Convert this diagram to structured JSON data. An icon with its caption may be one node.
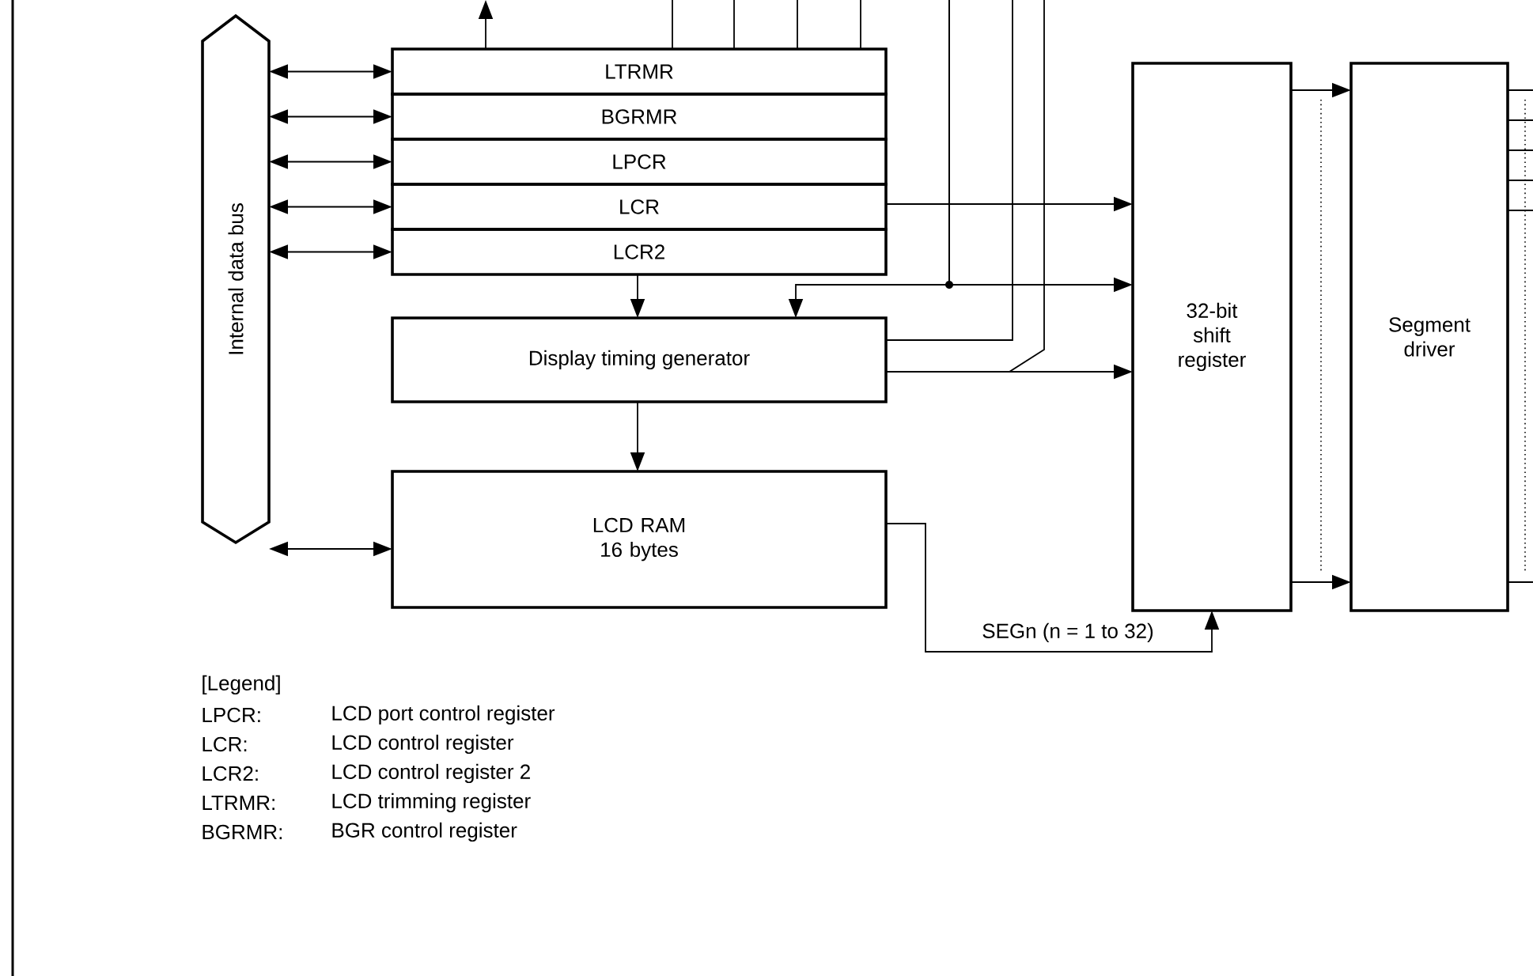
{
  "diagram": {
    "nodes": [
      {
        "text": [
          "Internal data bus"
        ]
      },
      {
        "text": [
          "LTRMR"
        ]
      },
      {
        "text": [
          "BGRMR"
        ]
      },
      {
        "text": [
          "LPCR"
        ]
      },
      {
        "text": [
          "LCR"
        ]
      },
      {
        "text": [
          "LCR2"
        ]
      },
      {
        "text": [
          "Display timing generator"
        ]
      },
      {
        "text": [
          "LCD RAM 16 bytes"
        ]
      },
      {
        "text": [
          "32-bit shift register"
        ]
      },
      {
        "text": [
          "Segment driver"
        ]
      }
    ],
    "edges": [
      {
        "from": 0,
        "to": 1,
        "arrow": "both"
      },
      {
        "from": 0,
        "to": 2,
        "arrow": "both"
      },
      {
        "from": 0,
        "to": 3,
        "arrow": "both"
      },
      {
        "from": 0,
        "to": 4,
        "arrow": "both"
      },
      {
        "from": 0,
        "to": 5,
        "arrow": "both"
      },
      {
        "from": 0,
        "to": 7,
        "arrow": "both"
      },
      {
        "from": 5,
        "to": 6,
        "arrow": "to"
      },
      {
        "from": 6,
        "to": 7,
        "arrow": "to"
      },
      {
        "from": 4,
        "to": 8,
        "arrow": "to"
      },
      {
        "from": null,
        "to": 8,
        "arrow": "to"
      },
      {
        "from": null,
        "to": 6,
        "arrow": "to"
      },
      {
        "from": 6,
        "to": 8,
        "arrow": "to"
      },
      {
        "from": 7,
        "to": 8,
        "arrow": "to",
        "label": "SEGn (n = 1 to 32)"
      },
      {
        "from": 8,
        "to": 9,
        "arrow": "to"
      },
      {
        "from": 8,
        "to": 9,
        "arrow": "to"
      },
      {
        "from": 1,
        "to": null,
        "arrow": "to"
      },
      {
        "from": 1,
        "to": null,
        "arrow": "none"
      },
      {
        "from": 1,
        "to": null,
        "arrow": "none"
      },
      {
        "from": 1,
        "to": null,
        "arrow": "none"
      },
      {
        "from": 1,
        "to": null,
        "arrow": "none"
      },
      {
        "from": 6,
        "to": null,
        "arrow": "none"
      },
      {
        "from": 6,
        "to": null,
        "arrow": "none"
      },
      {
        "from": 9,
        "to": null,
        "arrow": "none"
      },
      {
        "from": 9,
        "to": null,
        "arrow": "none"
      },
      {
        "from": 9,
        "to": null,
        "arrow": "none"
      },
      {
        "from": 9,
        "to": null,
        "arrow": "none"
      },
      {
        "from": 9,
        "to": null,
        "arrow": "none"
      },
      {
        "from": 9,
        "to": null,
        "arrow": "none"
      }
    ],
    "labels": [
      "[Legend]",
      "LPCR:",
      "LCD port control register",
      "LCR:",
      "LCD control register",
      "LCR2:",
      "LCD control register 2",
      "LTRMR:",
      "LCD trimming register",
      "BGRMR:",
      "BGR control register"
    ]
  }
}
